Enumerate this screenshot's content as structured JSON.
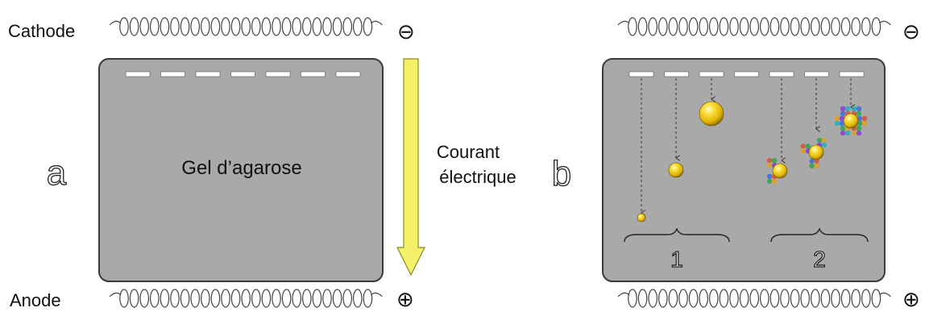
{
  "left_panel": {
    "cathode_label": "Cathode",
    "anode_label": "Anode",
    "minus_symbol": "⊖",
    "plus_symbol": "⊕",
    "panel_letter": "a",
    "gel_label": "Gel d’agarose",
    "current_label_line1": "Courant",
    "current_label_line2": "électrique",
    "wells_count": 7
  },
  "right_panel": {
    "minus_symbol": "⊖",
    "plus_symbol": "⊕",
    "panel_letter": "b",
    "group1_label": "1",
    "group2_label": "2",
    "wells_count": 7
  },
  "colors": {
    "gel_fill": "#a9a9a9",
    "gel_stroke": "#3a3a3a",
    "arrow_fill": "#f4f06a",
    "arrow_stroke": "#8a8a20",
    "bead": "#e8c000",
    "coil": "#444444"
  },
  "icons": [
    "electrode-coil-icon",
    "minus-circle-icon",
    "plus-circle-icon",
    "current-arrow-icon",
    "dna-fragment-icon",
    "protein-complex-icon"
  ]
}
